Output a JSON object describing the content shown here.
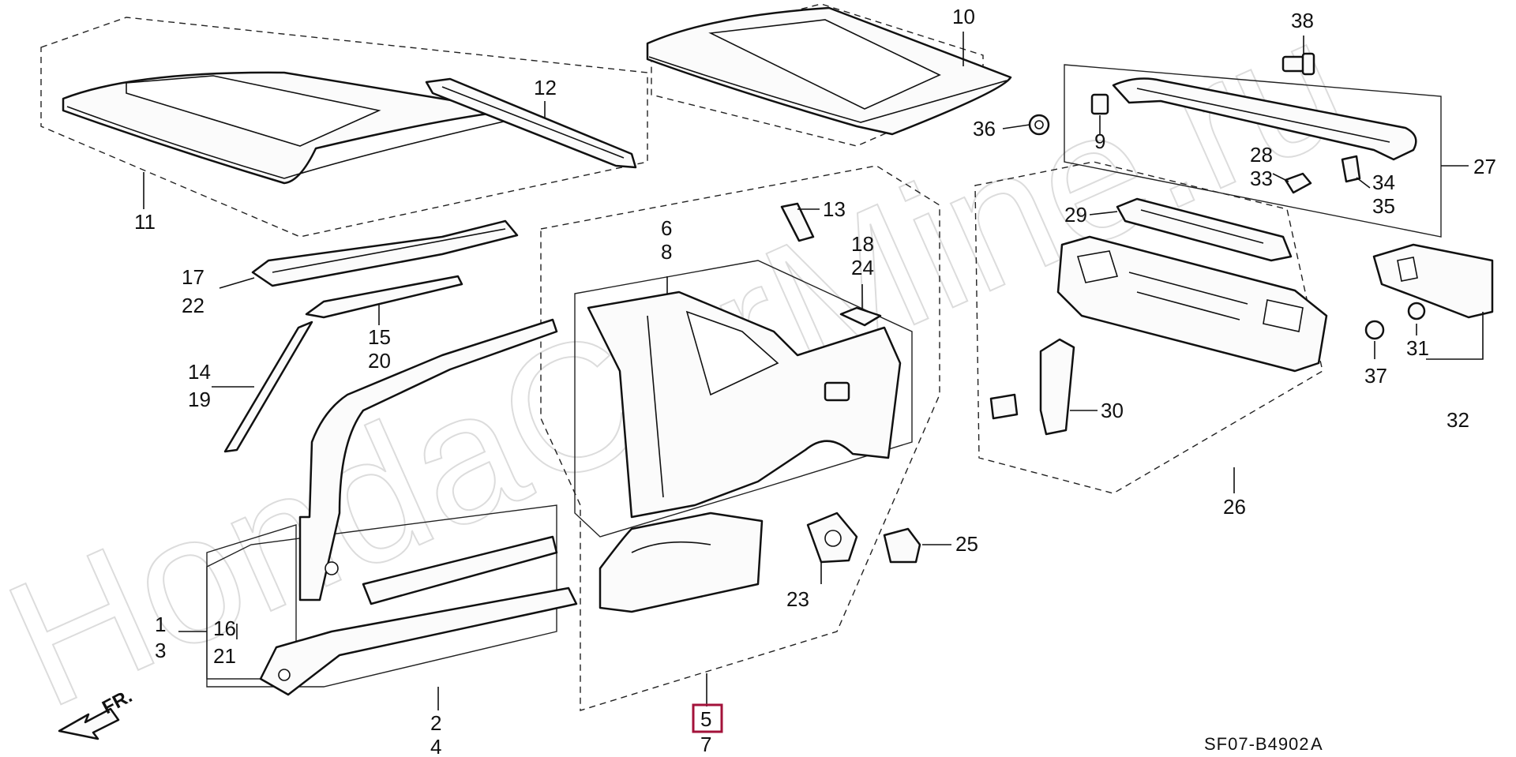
{
  "watermark": "HondaCarMine.ru",
  "diagram_code": "SF07-B4902",
  "diagram_code_suffix": "A",
  "front_arrow_label": "FR.",
  "highlighted_callout": "5",
  "callouts": {
    "c1": "1",
    "c2": "2",
    "c3": "3",
    "c4": "4",
    "c5": "5",
    "c6": "6",
    "c7": "7",
    "c8": "8",
    "c9": "9",
    "c10": "10",
    "c11": "11",
    "c12": "12",
    "c13": "13",
    "c14": "14",
    "c15": "15",
    "c16": "16",
    "c17": "17",
    "c18": "18",
    "c19": "19",
    "c20": "20",
    "c21": "21",
    "c22": "22",
    "c23": "23",
    "c24": "24",
    "c25": "25",
    "c26": "26",
    "c27": "27",
    "c28": "28",
    "c29": "29",
    "c30": "30",
    "c31": "31",
    "c32": "32",
    "c33": "33",
    "c34": "34",
    "c35": "35",
    "c36": "36",
    "c37": "37",
    "c38": "38"
  },
  "colors": {
    "highlight": "#a3123a",
    "line": "#111111",
    "watermark": "#dcdcdc"
  }
}
